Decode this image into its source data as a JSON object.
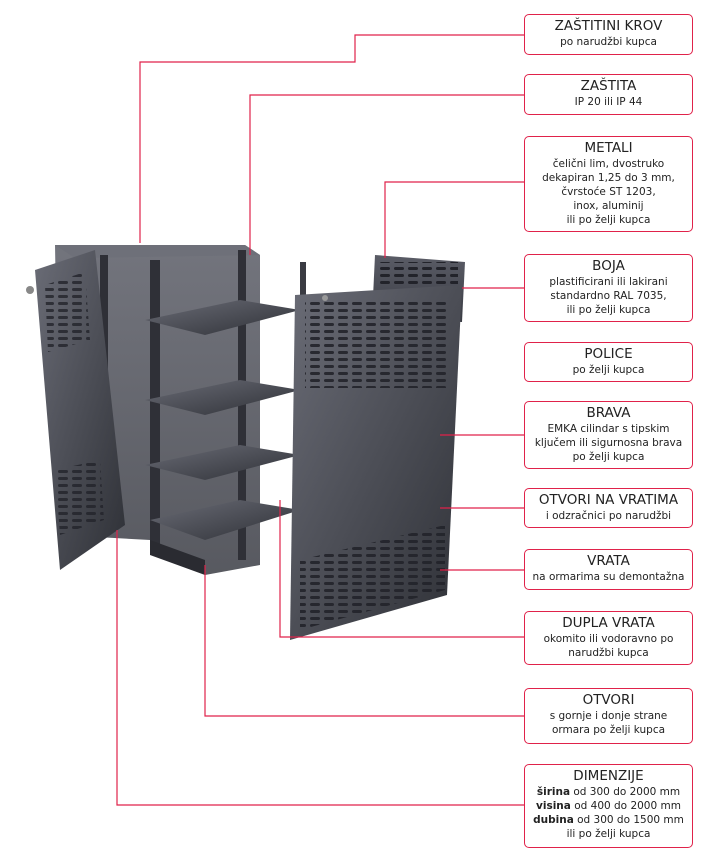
{
  "colors": {
    "accent": "#e0224a",
    "cabinet": "#4a4c55"
  },
  "labels": [
    {
      "title": "ZAŠTITINI KROV",
      "lines": [
        "po narudžbi kupca"
      ]
    },
    {
      "title": "ZAŠTITA",
      "lines": [
        "IP 20 ili IP 44"
      ]
    },
    {
      "title": "METALI",
      "lines": [
        "čelični lim, dvostruko",
        "dekapiran 1,25 do 3 mm,",
        "čvrstoće ST 1203,",
        "inox, aluminij",
        "ili po želji kupca"
      ]
    },
    {
      "title": "BOJA",
      "lines": [
        "plastificirani ili lakirani",
        "standardno RAL 7035,",
        "ili po želji kupca"
      ]
    },
    {
      "title": "POLICE",
      "lines": [
        "po želji kupca"
      ]
    },
    {
      "title": "BRAVA",
      "lines": [
        "EMKA cilindar s tipskim",
        "ključem ili sigurnosna brava",
        "po želji kupca"
      ]
    },
    {
      "title": "OTVORI NA VRATIMA",
      "lines": [
        "i odzračnici po narudžbi"
      ]
    },
    {
      "title": "VRATA",
      "lines": [
        "na ormarima su demontažna"
      ]
    },
    {
      "title": "DUPLA VRATA",
      "lines": [
        "okomito ili vodoravno po",
        "narudžbi kupca"
      ]
    },
    {
      "title": "OTVORI",
      "lines": [
        "s gornje i donje strane",
        "ormara po želji kupca"
      ]
    },
    {
      "title": "DIMENZIJE",
      "dims": [
        {
          "bold": "širina",
          "rest": " od 300 do 2000 mm"
        },
        {
          "bold": "visina",
          "rest": " od 400 do 2000 mm"
        },
        {
          "bold": "dubina",
          "rest": " od 300 do 1500 mm"
        }
      ],
      "lines": [
        "ili po želji kupca"
      ]
    }
  ]
}
